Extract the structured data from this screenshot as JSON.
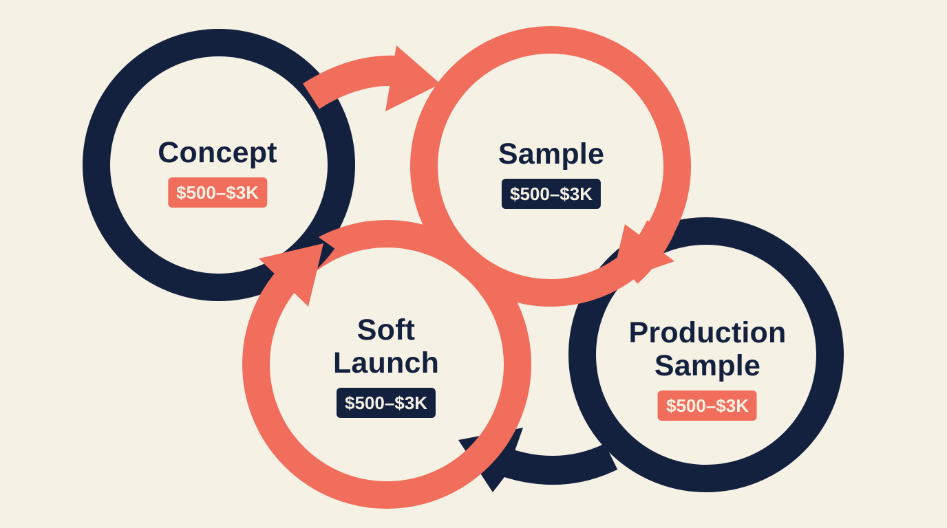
{
  "colors": {
    "background": "#f5f1e4",
    "navy": "#13213f",
    "coral": "#f16e5c",
    "badge_text": "#f5f1e4"
  },
  "stages": [
    {
      "id": "concept",
      "title": "Concept",
      "badge": "$500–$3K",
      "ring_color": "navy",
      "badge_color": "coral"
    },
    {
      "id": "sample",
      "title": "Sample",
      "badge": "$500–$3K",
      "ring_color": "coral",
      "badge_color": "navy"
    },
    {
      "id": "production-sample",
      "title": "Production\nSample",
      "badge": "$500–$3K",
      "ring_color": "navy",
      "badge_color": "coral"
    },
    {
      "id": "soft-launch",
      "title": "Soft\nLaunch",
      "badge": "$500–$3K",
      "ring_color": "coral",
      "badge_color": "navy"
    }
  ],
  "arrows": [
    {
      "from": "concept",
      "to": "sample",
      "color": "coral"
    },
    {
      "from": "sample",
      "to": "production-sample",
      "color": "coral"
    },
    {
      "from": "production-sample",
      "to": "soft-launch",
      "color": "navy"
    },
    {
      "from": "soft-launch",
      "to": "concept",
      "color": "coral"
    }
  ]
}
